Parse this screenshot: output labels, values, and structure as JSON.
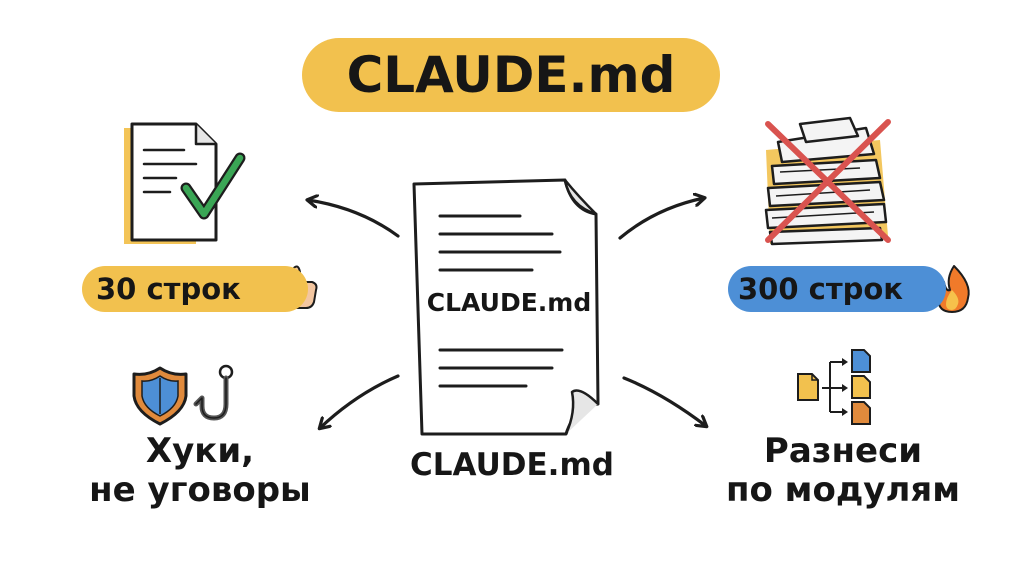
{
  "title": "CLAUDE.md",
  "center": {
    "document_label": "CLAUDE.md",
    "caption": "CLAUDE.md"
  },
  "top_left": {
    "badge": "30 строк",
    "icons": [
      "document-with-checkmark-icon",
      "thumbs-up-icon"
    ]
  },
  "top_right": {
    "badge": "300 строк",
    "icons": [
      "crossed-out-paper-stack-icon",
      "fire-icon"
    ]
  },
  "bottom_left": {
    "caption_line1": "Хуки,",
    "caption_line2": "не уговоры",
    "icons": [
      "shield-icon",
      "hook-icon"
    ]
  },
  "bottom_right": {
    "caption_line1": "Разнеси",
    "caption_line2": "по модулям",
    "icons": [
      "file-tree-icon"
    ]
  },
  "colors": {
    "accent_yellow": "#f2c14e",
    "accent_blue": "#4d8fd6",
    "check_green": "#3aa655",
    "cross_red": "#d9534f",
    "ink": "#1d1d1d"
  }
}
